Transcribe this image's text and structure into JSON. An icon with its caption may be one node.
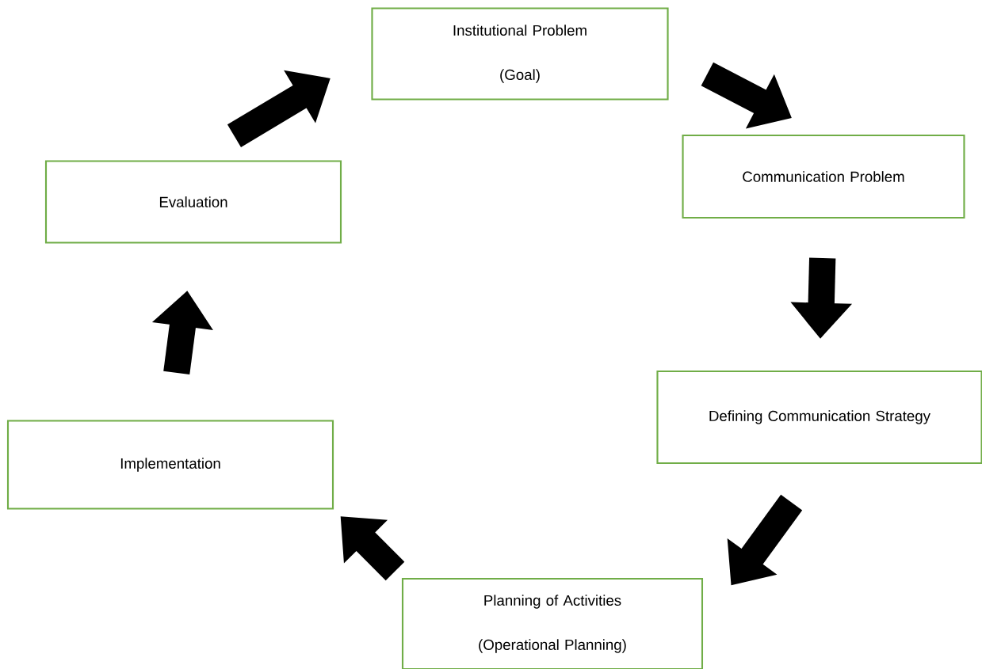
{
  "diagram": {
    "nodes": [
      {
        "text": [
          "Institutional Problem",
          "(Goal)"
        ]
      },
      {
        "text": [
          "Communication Problem"
        ]
      },
      {
        "text": [
          "Defining Communication Strategy"
        ]
      },
      {
        "text": [
          "Planning of Activities",
          "(Operational Planning)"
        ]
      },
      {
        "text": [
          "Implementation"
        ]
      },
      {
        "text": [
          "Evaluation"
        ]
      }
    ],
    "edges": [
      {
        "from": 0,
        "to": 1,
        "arrow": "to"
      },
      {
        "from": 1,
        "to": 2,
        "arrow": "to"
      },
      {
        "from": 2,
        "to": 3,
        "arrow": "to"
      },
      {
        "from": 3,
        "to": 4,
        "arrow": "to"
      },
      {
        "from": 4,
        "to": 5,
        "arrow": "to"
      },
      {
        "from": 5,
        "to": 0,
        "arrow": "to"
      }
    ]
  }
}
